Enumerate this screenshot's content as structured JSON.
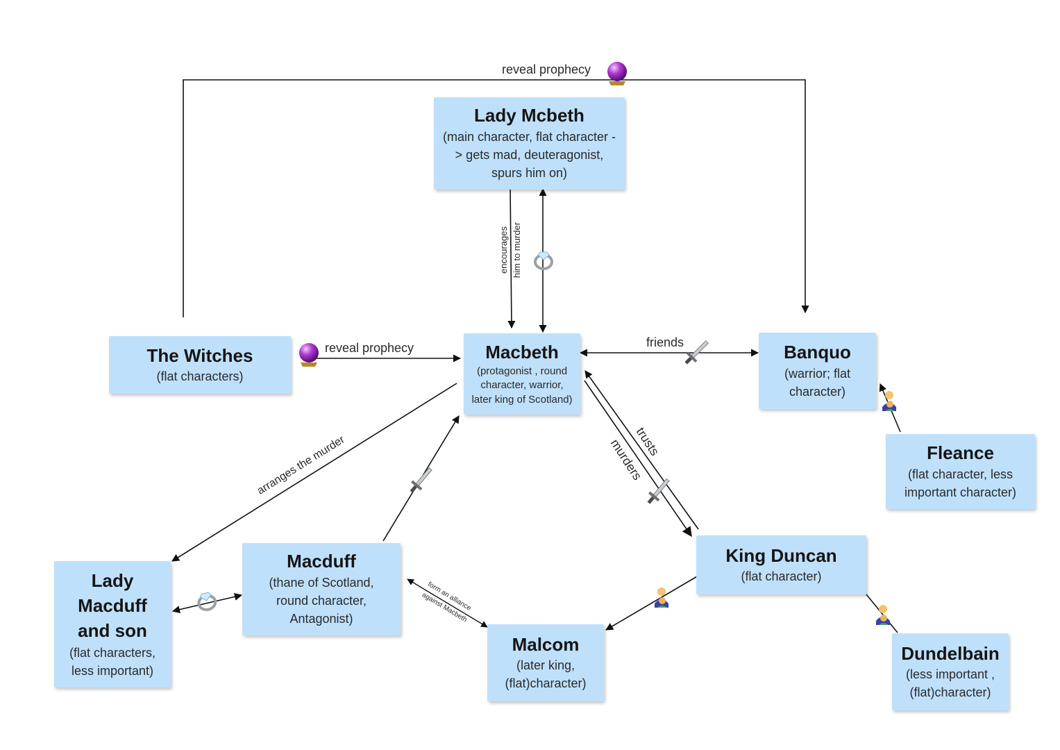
{
  "nodes": {
    "lady_mcbeth": {
      "title": "Lady Mcbeth",
      "desc": "(main character, flat character -> gets mad, deuteragonist, spurs him on)"
    },
    "witches": {
      "title": "The Witches",
      "desc": "(flat characters)"
    },
    "macbeth": {
      "title": "Macbeth",
      "desc": "(protagonist , round character, warrior, later king of Scotland)"
    },
    "banquo": {
      "title": "Banquo",
      "desc": "(warrior; flat character)"
    },
    "fleance": {
      "title": "Fleance",
      "desc": "(flat character, less important character)"
    },
    "king_duncan": {
      "title": "King Duncan",
      "desc": "(flat character)"
    },
    "macduff": {
      "title": "Macduff",
      "desc": "(thane of Scotland, round character, Antagonist)"
    },
    "lady_macduff": {
      "title": "Lady Macduff and son",
      "desc": "(flat characters, less important)"
    },
    "malcom": {
      "title": "Malcom",
      "desc": "(later king, (flat)character)"
    },
    "dundelbain": {
      "title": "Dundelbain",
      "desc": "(less important , (flat)character)"
    }
  },
  "edges": {
    "top_prophecy": "reveal prophecy",
    "witches_prophecy": "reveal prophecy",
    "encourages_1": "encourages",
    "encourages_2": "him to murder",
    "friends": "friends",
    "trusts": "trusts",
    "murders": "murders",
    "arranges": "arranges the murder",
    "alliance_1": "form an alliance",
    "alliance_2": "against Macbeth"
  },
  "icons": {
    "crystal_ball": "crystal-ball",
    "ring": "ring",
    "dagger": "dagger",
    "family": "parent-child"
  },
  "colors": {
    "node_fill": "#bfe0fb",
    "line": "#111111"
  }
}
